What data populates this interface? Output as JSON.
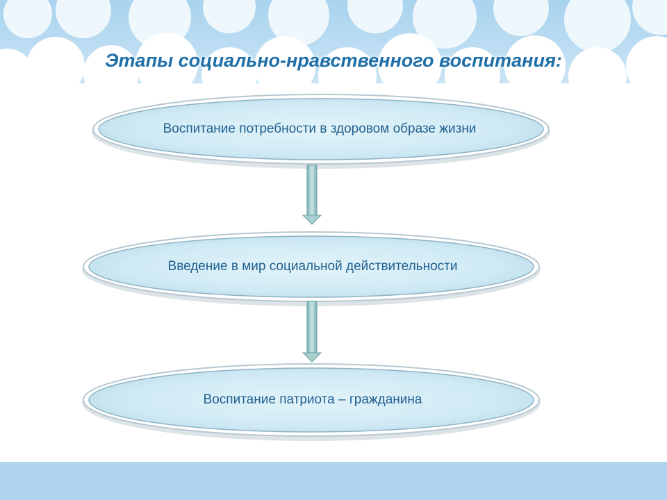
{
  "title": "Этапы социально-нравственного воспитания:",
  "stages": [
    {
      "label": "Воспитание потребности в здоровом образе жизни"
    },
    {
      "label": "Введение в мир социальной действительности"
    },
    {
      "label": "Воспитание патриота – гражданина"
    }
  ],
  "colors": {
    "title": "#1e6fa8",
    "text": "#1f5f8f",
    "sky": "#b9dcf1",
    "cloud": "#ffffff",
    "ellipse_fill": "#d3edf6",
    "ellipse_rim": "#9bb8c6",
    "arrow": "#a8cdcc",
    "bottom_band": "#afd6ee"
  },
  "icons": [
    "cloud-icon",
    "down-arrow-icon"
  ]
}
